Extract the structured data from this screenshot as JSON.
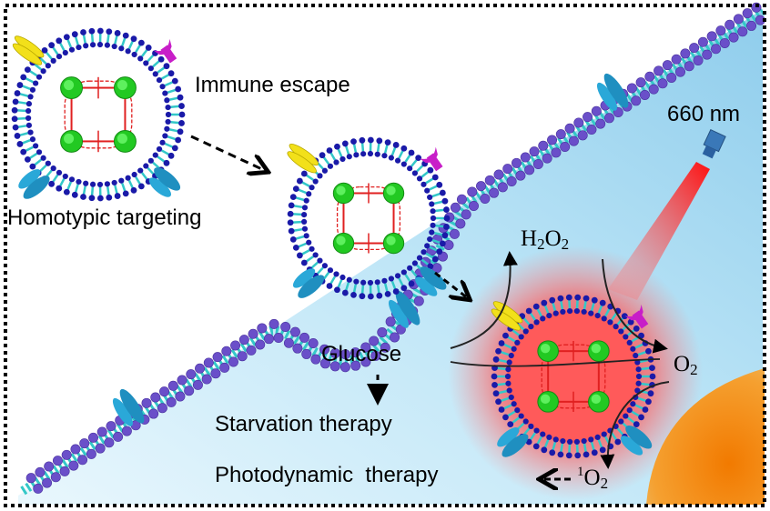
{
  "figure": {
    "labels": {
      "immune_escape": "Immune escape",
      "homotypic_targeting": "Homotypic targeting",
      "wavelength": "660 nm",
      "glucose": "Glucose",
      "starvation_therapy": "Starvation therapy",
      "photodynamic_therapy": "Photodynamic  therapy"
    },
    "chem": {
      "h2o2": {
        "a": "H",
        "s1": "2",
        "b": "O",
        "s2": "2"
      },
      "o2": {
        "a": "O",
        "s": "2"
      },
      "singlet_o2": {
        "sup": "1",
        "a": "O",
        "s": "2"
      }
    },
    "colors": {
      "lipid_head": "#1a1aa8",
      "lipid_tail": "#33c8c8",
      "membrane_bead": "#6a4fc9",
      "mof_cluster": "#22c922",
      "mof_linker": "#e02020",
      "receptor_yellow": "#f2e01a",
      "receptor_magenta": "#c81ec8",
      "protein_cyan": "#2aa8d8",
      "cell_orange": "#f28a10",
      "laser_red": "#ff2020",
      "glow_red": "#ff4040",
      "cytoplasm_blue": "#a9dcf2"
    }
  }
}
